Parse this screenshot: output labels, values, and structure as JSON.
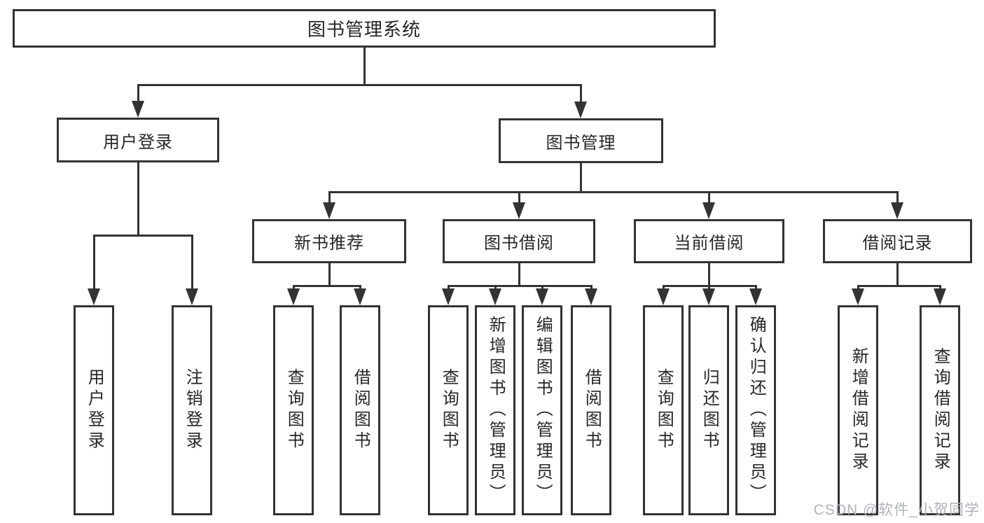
{
  "diagram": {
    "root": {
      "label": "图书管理系统"
    },
    "level2": {
      "user_login": {
        "label": "用户登录"
      },
      "book_mgmt": {
        "label": "图书管理"
      }
    },
    "level3": {
      "new_book_rec": {
        "label": "新书推荐"
      },
      "book_borrow": {
        "label": "图书借阅"
      },
      "current_borrow": {
        "label": "当前借阅"
      },
      "borrow_records": {
        "label": "借阅记录"
      }
    },
    "leaves": {
      "user_login_leaf": {
        "label": "用户登录"
      },
      "logout_leaf": {
        "label": "注销登录"
      },
      "rec_query_books": {
        "label": "查询图书"
      },
      "rec_borrow_books": {
        "label": "借阅图书"
      },
      "bb_query_books": {
        "label": "查询图书"
      },
      "bb_add_books": {
        "label": "新增图书（管理员）"
      },
      "bb_edit_books": {
        "label": "编辑图书（管理员）"
      },
      "bb_borrow_books": {
        "label": "借阅图书"
      },
      "cb_query_books": {
        "label": "查询图书"
      },
      "cb_return_books": {
        "label": "归还图书"
      },
      "cb_confirm_return": {
        "label": "确认归还（管理员）"
      },
      "br_add_record": {
        "label": "新增借阅记录"
      },
      "br_query_record": {
        "label": "查询借阅记录"
      }
    }
  },
  "watermark": {
    "text": "CSDN @软件_小贺同学"
  },
  "colors": {
    "line": "#333333",
    "text": "#262626",
    "background": "#ffffff",
    "watermark": "#b0b3b6"
  }
}
